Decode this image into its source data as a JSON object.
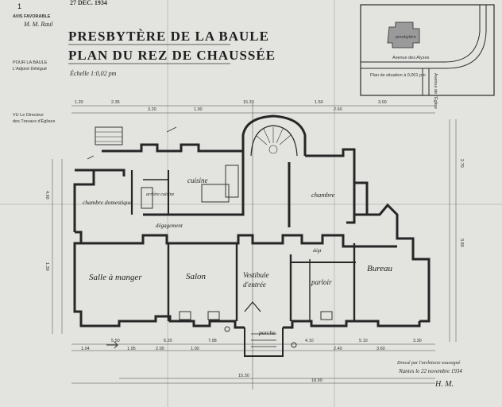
{
  "header": {
    "number": "1",
    "date_stamp": "27 DEC. 1934",
    "approval_label": "AVIS FAVORABLE",
    "approval_sig": "M. M. Raul",
    "left_note_1": "POUR LA BAULE",
    "left_note_2": "L'Adjoint Délégué",
    "left_note_3": "VU Le Directeur",
    "left_note_4": "des Travaux d'Églises",
    "title_line1": "PRESBYTÈRE DE LA BAULE",
    "title_line2": "PLAN DU REZ DE CHAUSSÉE",
    "scale": "Échelle 1:0,02 pm"
  },
  "situation": {
    "building_label": "presbytère",
    "street": "Avenue des Alyzes",
    "side_street": "Avenue de l'Église",
    "caption": "Plan de situation à 0,001 pm"
  },
  "rooms": {
    "cuisine": "cuisine",
    "chambre_domestique": "chambre domestique",
    "arriere_cuisine": "arrière cuisine",
    "chambre": "chambre",
    "degagement": "dégagement",
    "salle_a_manger": "Salle à manger",
    "salon": "Salon",
    "vestibule": "Vestibule d'entrée",
    "parloir": "parloir",
    "bureau": "Bureau",
    "porche": "porche",
    "degt": "dégt"
  },
  "dimensions": [
    "1.20",
    "2.35",
    "15.30",
    "1.50",
    "3.00",
    "3.20",
    "1.90",
    "2.60",
    "4.60",
    "1.30",
    "2.70",
    "3.80",
    "5.50",
    "6.20",
    "7.98",
    "1.04",
    "4.10",
    "5.10",
    "3.30",
    "2.00",
    "1.00",
    "2.40",
    "3.60",
    "1.95",
    "15.30",
    "18.99"
  ],
  "signature": {
    "line1": "Dressé par l'architecte soussigné",
    "line2": "Nantes le 22 novembre 1934",
    "name": "H. M."
  },
  "colors": {
    "paper": "#e3e3e0",
    "ink": "#1e1e1e",
    "wall": "#3a3a3a"
  }
}
